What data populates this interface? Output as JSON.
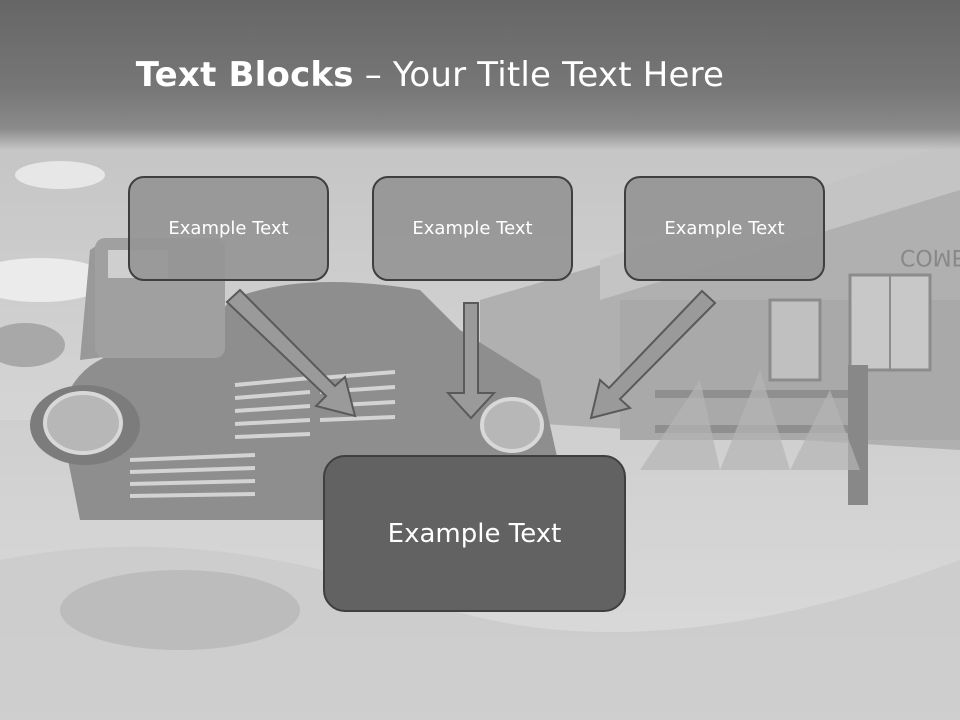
{
  "slide": {
    "title_bold": "Text Blocks",
    "title_dash": " – ",
    "title_rest": "Your Title Text Here",
    "top_boxes": [
      {
        "label": "Example Text"
      },
      {
        "label": "Example Text"
      },
      {
        "label": "Example Text"
      }
    ],
    "bottom_box": {
      "label": "Example Text"
    },
    "background": {
      "sign_text": "COME ON IN"
    },
    "colors": {
      "title_band": "#6e6e6e",
      "top_box_fill": "#969696",
      "bottom_box_fill": "#626262",
      "box_border": "#3f3f3f",
      "arrow_fill": "#9a9a9a",
      "text": "#ffffff"
    }
  }
}
